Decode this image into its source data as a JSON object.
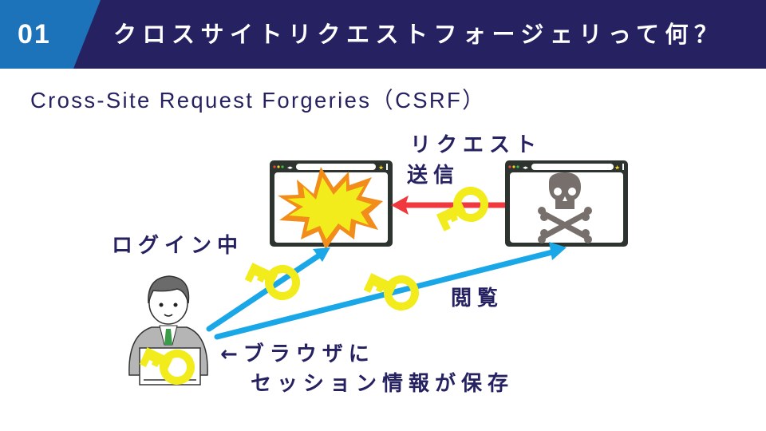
{
  "header": {
    "number": "01",
    "title": "クロスサイトリクエストフォージェリって何？",
    "colors": {
      "number_bg": "#1d73b9",
      "title_bg": "#262262",
      "text": "#ffffff"
    }
  },
  "subtitle": "Cross-Site Request Forgeries（CSRF）",
  "diagram": {
    "labels": {
      "request_line1": "リクエスト",
      "request_line2": "送信",
      "logged_in": "ログイン中",
      "browse": "閲覧",
      "session_line1": "←ブラウザに",
      "session_line2": "セッション情報が保存"
    },
    "nodes": {
      "target_site": {
        "name": "legitimate-site-browser",
        "icon": "explosion-icon"
      },
      "malicious_site": {
        "name": "malicious-site-browser",
        "icon": "skull-crossbones-icon"
      },
      "user": {
        "name": "user-with-laptop",
        "icon": "person-icon"
      }
    },
    "arrows": [
      {
        "from": "user",
        "to": "target_site",
        "color": "#1aa7e8",
        "carries": "key-icon"
      },
      {
        "from": "user",
        "to": "malicious_site",
        "color": "#1aa7e8",
        "carries": "key-icon"
      },
      {
        "from": "malicious_site",
        "to": "target_site",
        "color": "#f0393e",
        "carries": "key-icon"
      }
    ],
    "colors": {
      "text": "#262262",
      "key": "#f2ec1c",
      "browser_frame": "#2d332e",
      "skull": "#776f6c",
      "explosion_outer": "#f28c1a",
      "explosion_inner": "#f2ec1c"
    }
  }
}
